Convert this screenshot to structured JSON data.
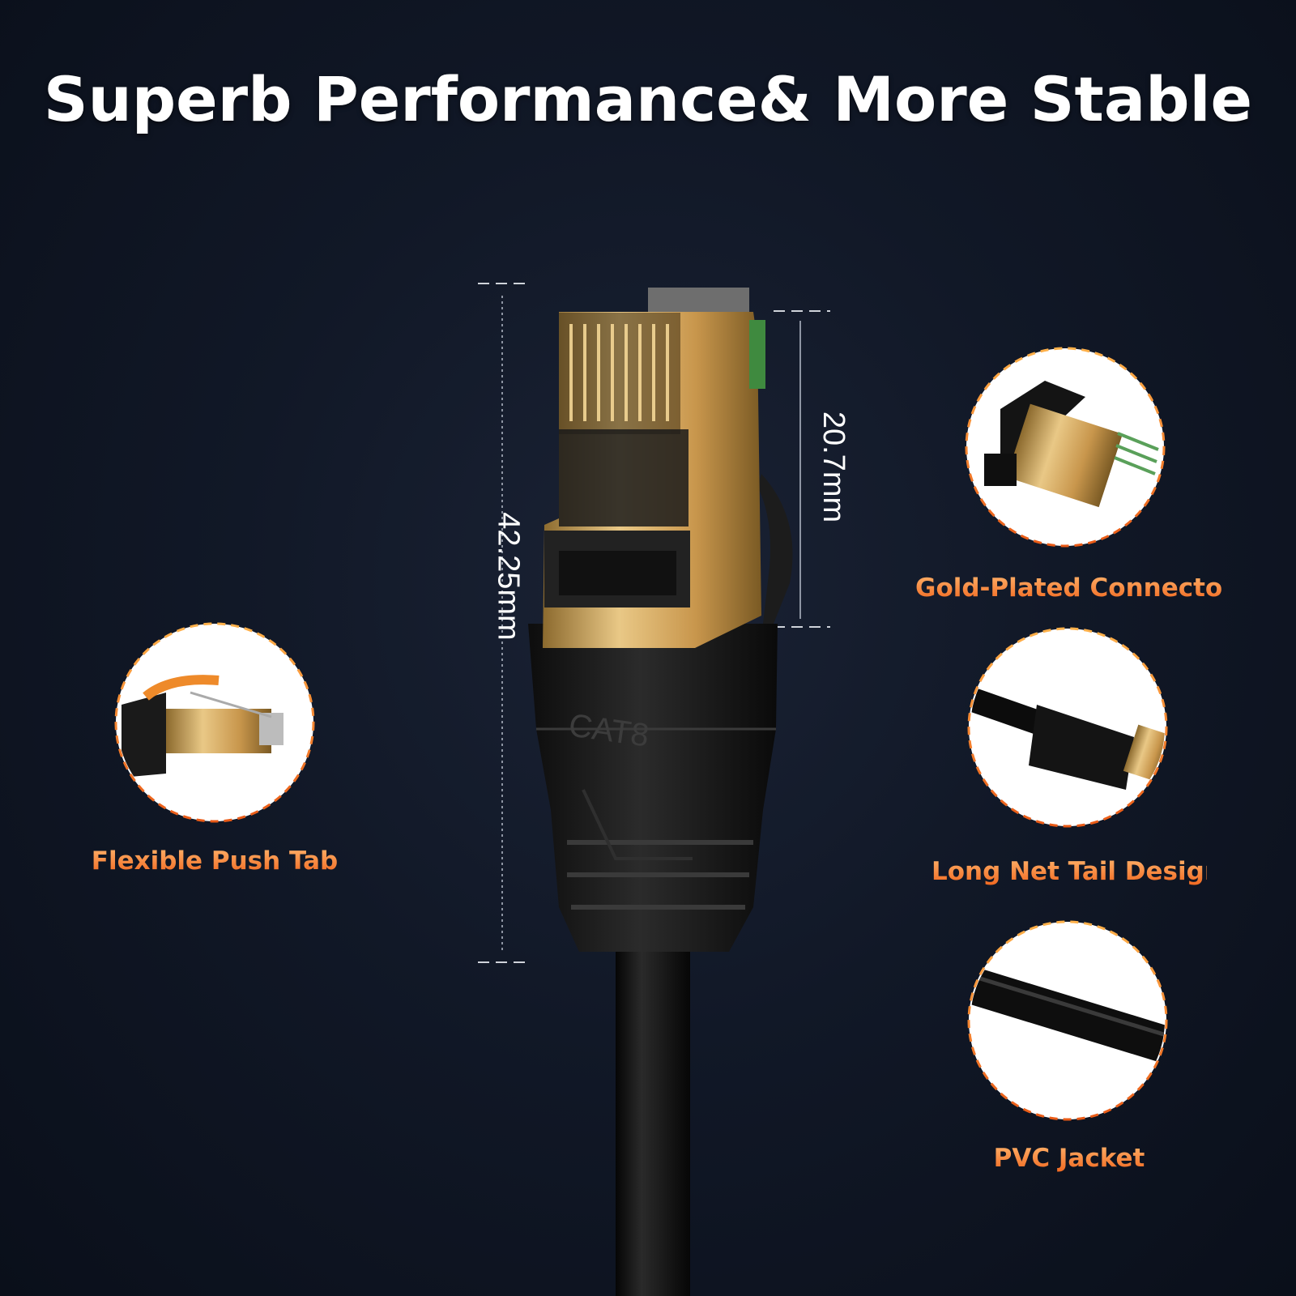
{
  "headline": "Superb Performance& More Stable",
  "dimensions": {
    "total_length": "42.25mm",
    "head_length": "20.7mm"
  },
  "connector_text": "CAT8",
  "features": [
    {
      "label": "Flexible Push Tab"
    },
    {
      "label": "Gold-Plated Connector"
    },
    {
      "label": "Long Net Tail Design"
    },
    {
      "label": "PVC Jacket"
    }
  ],
  "colors": {
    "background": "#111827",
    "accent": "#f08a1e",
    "gold": "#d6ad5f",
    "cable": "#141414"
  }
}
